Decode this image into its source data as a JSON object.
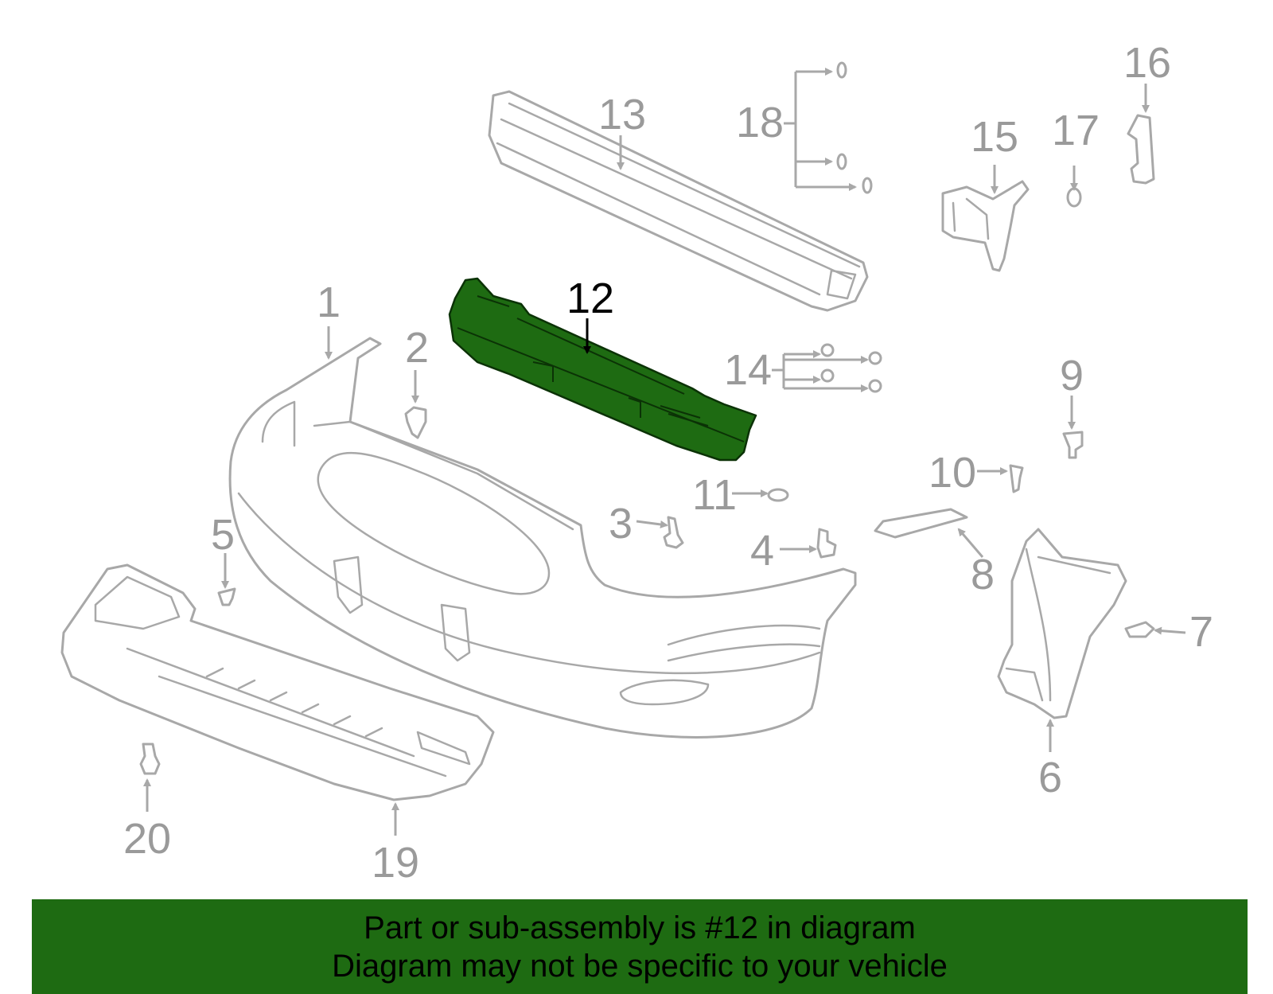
{
  "diagram": {
    "highlighted_part": "12",
    "callouts": [
      "1",
      "2",
      "3",
      "4",
      "5",
      "6",
      "7",
      "8",
      "9",
      "10",
      "11",
      "12",
      "13",
      "14",
      "15",
      "16",
      "17",
      "18",
      "19",
      "20"
    ],
    "colors": {
      "highlight": "#1e6b12",
      "parts": "#a8a8a8",
      "labels": "#9a9a9a"
    }
  },
  "banner": {
    "line1": "Part or sub-assembly is #12 in diagram",
    "line2": "Diagram may not be specific to your vehicle"
  }
}
